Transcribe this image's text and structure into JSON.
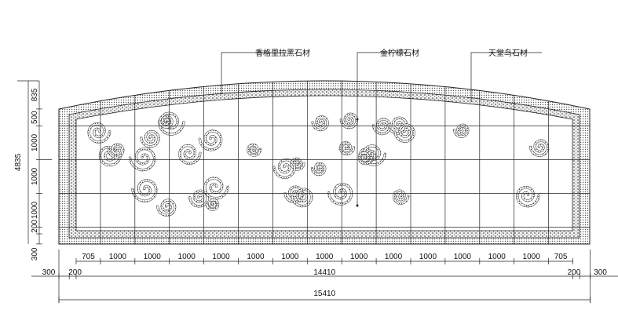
{
  "callouts": [
    {
      "label": "香格里拉黑石材"
    },
    {
      "label": "金柠檬石材"
    },
    {
      "label": "天堂鸟石材"
    }
  ],
  "dimensions": {
    "bottom_segments": [
      705,
      1000,
      1000,
      1000,
      1000,
      1000,
      1000,
      1000,
      1000,
      1000,
      1000,
      1000,
      1000,
      1000,
      705
    ],
    "bottom_segment_labels": [
      "705",
      "1000",
      "1000",
      "1000",
      "1000",
      "1000",
      "1000",
      "1000",
      "1000",
      "1000",
      "1000",
      "1000",
      "1000",
      "1000",
      "705"
    ],
    "left_margin": [
      "300",
      "200"
    ],
    "right_margin": [
      "200",
      "300"
    ],
    "inner_total": "14410",
    "overall_total": "15410",
    "left_segments": [
      835,
      500,
      1000,
      1000,
      1000,
      200,
      300
    ],
    "left_segment_labels": [
      "835",
      "500",
      "1000",
      "1000",
      "1000",
      "200",
      "300"
    ],
    "height_total": "4835"
  }
}
